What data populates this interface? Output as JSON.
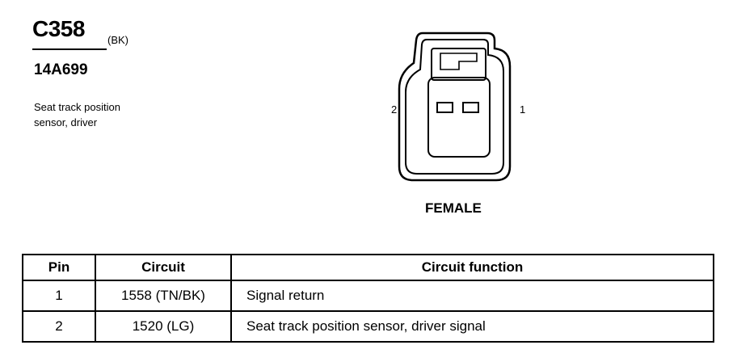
{
  "connector": {
    "id": "C358",
    "color": "(BK)",
    "part_number": "14A699",
    "description": "Seat track position\nsensor, driver"
  },
  "diagram": {
    "pin_labels": [
      "2",
      "1"
    ],
    "gender": "FEMALE"
  },
  "table": {
    "headers": [
      "Pin",
      "Circuit",
      "Circuit function"
    ],
    "rows": [
      {
        "pin": "1",
        "circuit": "1558 (TN/BK)",
        "function": "Signal return"
      },
      {
        "pin": "2",
        "circuit": "1520 (LG)",
        "function": "Seat track position sensor, driver signal"
      }
    ]
  }
}
